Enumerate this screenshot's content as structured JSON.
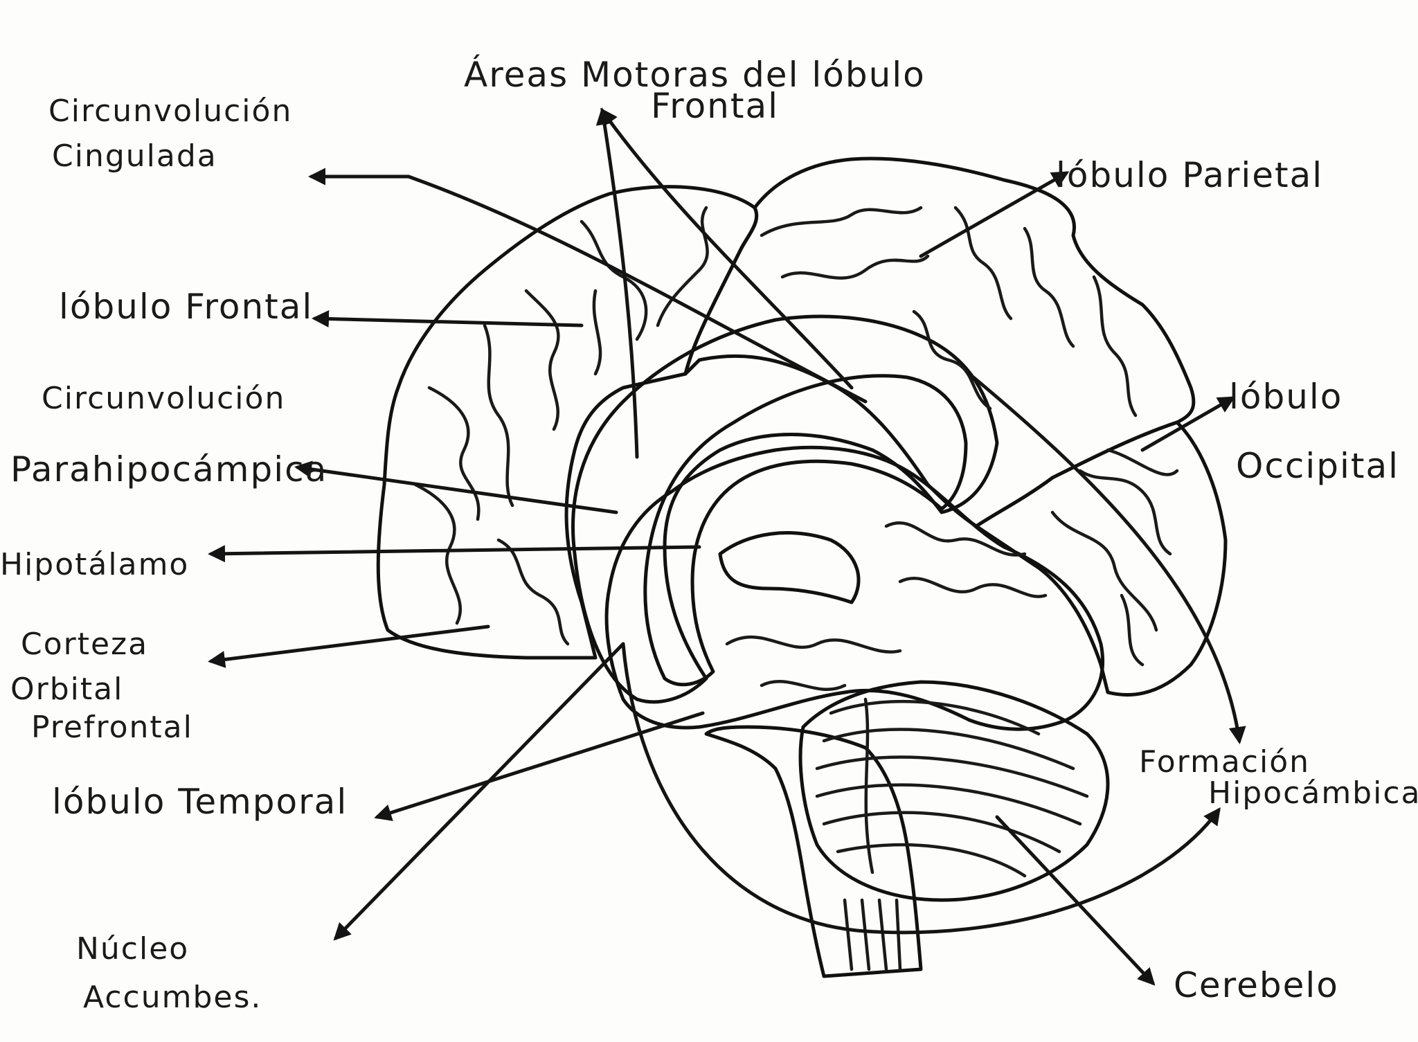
{
  "diagram": {
    "labels": {
      "cingulada_1": "Circunvolución",
      "cingulada_2": "Cingulada",
      "motoras_1": "Áreas Motoras del lóbulo",
      "motoras_2": "Frontal",
      "parietal": "lóbulo Parietal",
      "frontal": "lóbulo Frontal",
      "parahipo_1": "Circunvolución",
      "parahipo_2": "Parahipocámpica",
      "occipital_1": "lóbulo",
      "occipital_2": "Occipital",
      "hipotalamo": "Hipotálamo",
      "orbital_1": "Corteza",
      "orbital_2": "Orbital",
      "orbital_3": "Prefrontal",
      "temporal": "lóbulo Temporal",
      "hipocampica_1": "Formación",
      "hipocampica_2": "Hipocámbica.",
      "accumbens_1": "Núcleo",
      "accumbens_2": "Accumbes.",
      "cerebelo": "Cerebelo"
    },
    "colors": {
      "frontal_lobe": "#cfcdca",
      "parietal_lobe": "#fbe21a",
      "occipital_lobe": "#6a2fa8",
      "limbic_outer": "#1f7fe0",
      "limbic_inner": "#0d1f7a",
      "temporal_lobe": "#f2641f",
      "thalamus": "#c9892a",
      "cerebellum": "#b78a1e",
      "brainstem": "#e03d3d",
      "ink": "#141414"
    }
  }
}
